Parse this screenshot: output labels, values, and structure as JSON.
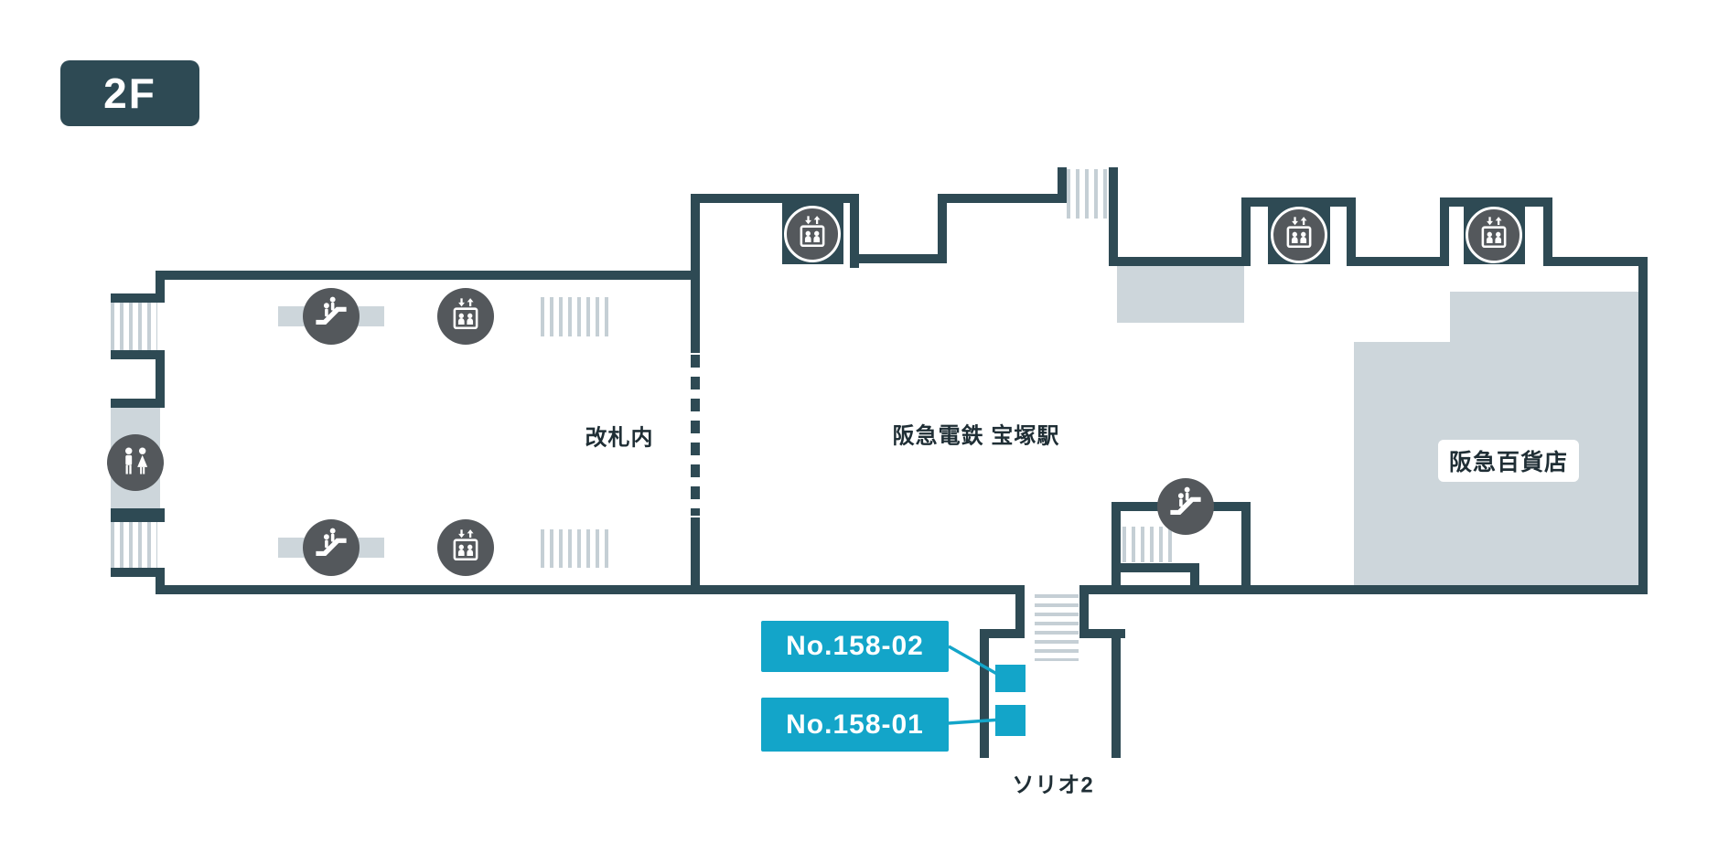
{
  "page": {
    "floor_badge": "2F"
  },
  "map": {
    "area_labels": {
      "inside_gate": "改札内",
      "station_name": "阪急電鉄 宝塚駅",
      "department_store": "阪急百貨店",
      "solio2": "ソリオ2"
    },
    "ad_positions": [
      {
        "id": "No.158-02"
      },
      {
        "id": "No.158-01"
      }
    ],
    "icons": {
      "escalator": "escalator-icon",
      "elevator": "elevator-icon",
      "restroom": "restroom-icon"
    },
    "colors": {
      "wall": "#2e4a54",
      "light_area": "#cdd6db",
      "stair_stripe": "#c5cfd5",
      "accent": "#13a5c9",
      "icon_circle": "#54585c",
      "label_text": "#1f2e35"
    }
  }
}
